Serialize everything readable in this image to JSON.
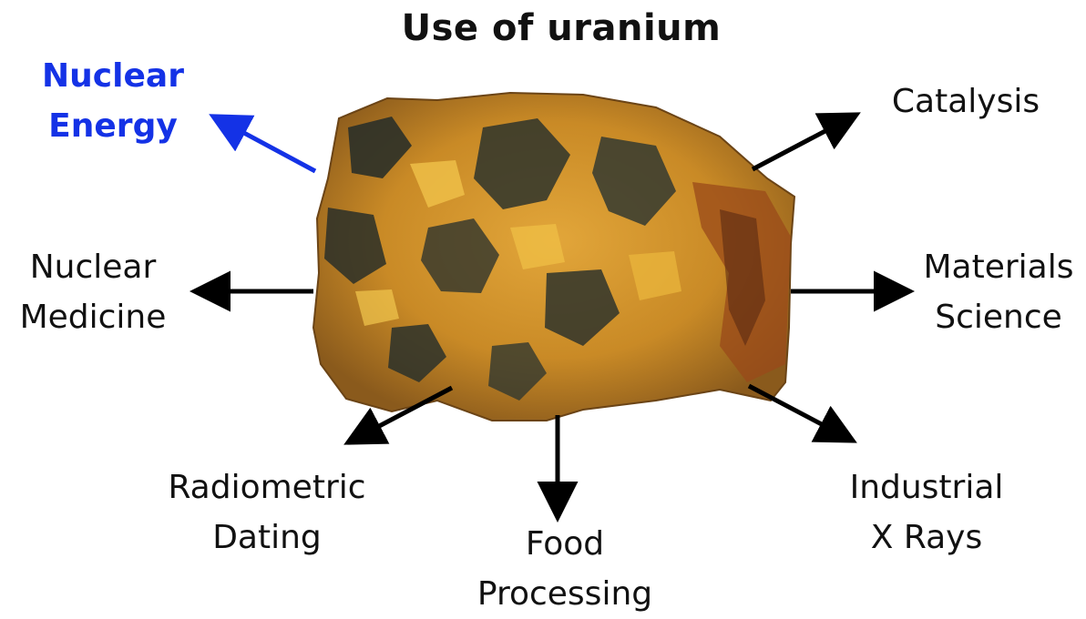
{
  "title": "Use of uranium",
  "colors": {
    "highlight": "#1432e6",
    "text": "#111111",
    "arrow": "#000000"
  },
  "uses": [
    {
      "line1": "Nuclear",
      "line2": "Energy",
      "highlight": true
    },
    {
      "line1": "Catalysis",
      "line2": ""
    },
    {
      "line1": "Nuclear",
      "line2": "Medicine"
    },
    {
      "line1": "Materials",
      "line2": "Science"
    },
    {
      "line1": "Radiometric",
      "line2": "Dating"
    },
    {
      "line1": "Food",
      "line2": "Processing"
    },
    {
      "line1": "Industrial",
      "line2": "X Rays"
    }
  ],
  "image": {
    "subject": "uranium ore rock",
    "icon": "uranium-ore-image"
  }
}
